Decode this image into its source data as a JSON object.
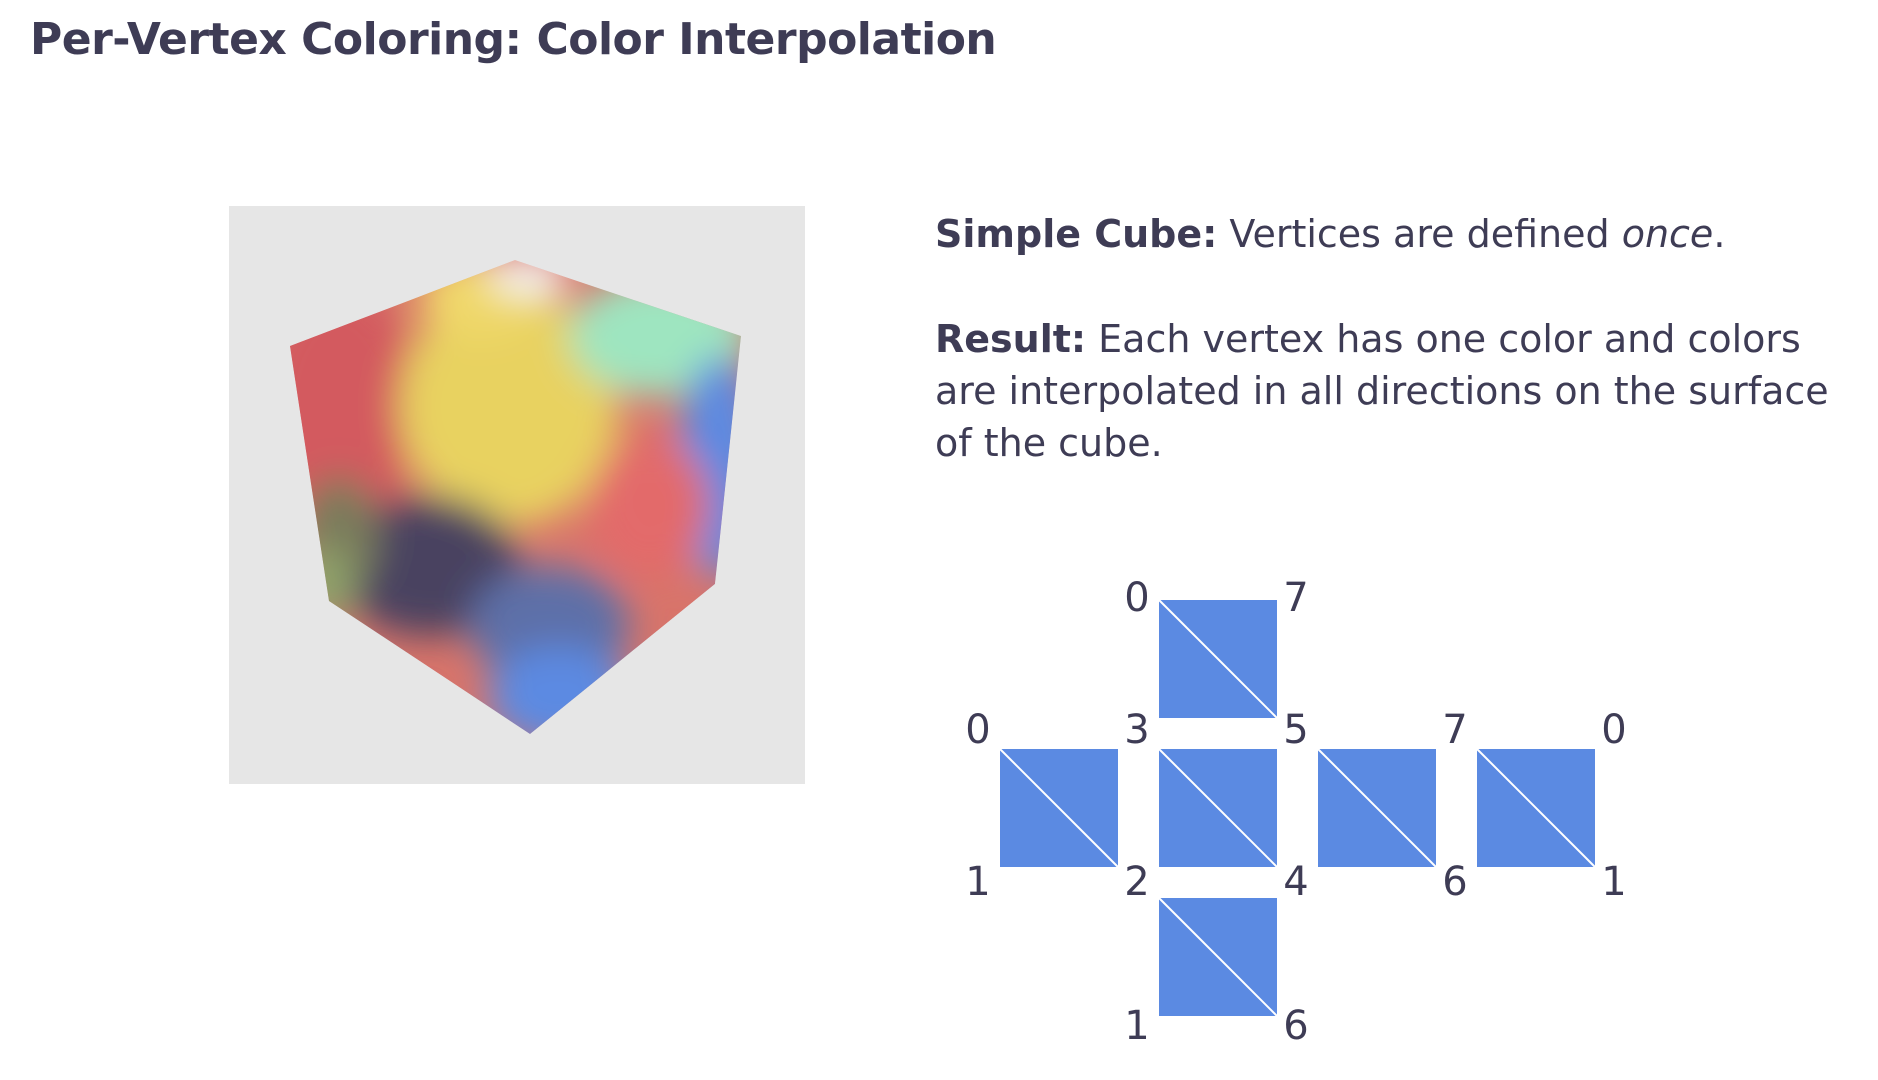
{
  "title": "Per-Vertex Coloring: Color Interpolation",
  "paragraph1": {
    "label": "Simple Cube:",
    "text_before": " Vertices are defined ",
    "emphasis": "once",
    "text_after": "."
  },
  "paragraph2": {
    "label": "Result:",
    "text": " Each vertex has one color and colors are interpolated in all directions on the surface of the cube."
  },
  "face_color": "#5b8ae2",
  "panel_color": "#e6e6e6",
  "vertex_labels": {
    "top_tl": "0",
    "top_tr": "7",
    "mid_0": "0",
    "mid_3": "3",
    "mid_5": "5",
    "mid_7": "7",
    "mid_0b": "0",
    "bot_1": "1",
    "bot_2": "2",
    "bot_4": "4",
    "bot_6": "6",
    "bot_1b": "1",
    "low_1": "1",
    "low_6": "6"
  }
}
